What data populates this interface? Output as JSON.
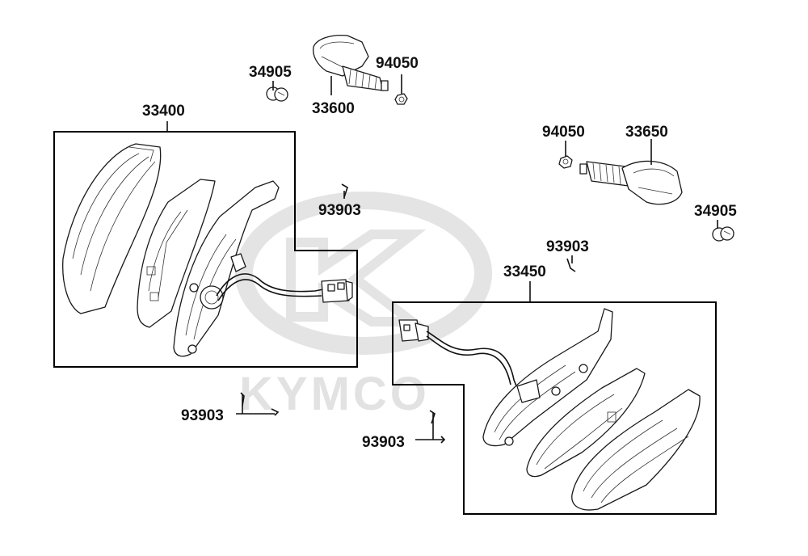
{
  "watermark": {
    "text": "KYMCO",
    "color": "#e2e2e2"
  },
  "labels": {
    "p34905_top": "34905",
    "p94050_top": "94050",
    "p33600": "33600",
    "p33400": "33400",
    "p93903_a": "93903",
    "p94050_right": "94050",
    "p33650": "33650",
    "p34905_right": "34905",
    "p93903_b": "93903",
    "p33450": "33450",
    "p93903_c": "93903",
    "p93903_d": "93903"
  }
}
